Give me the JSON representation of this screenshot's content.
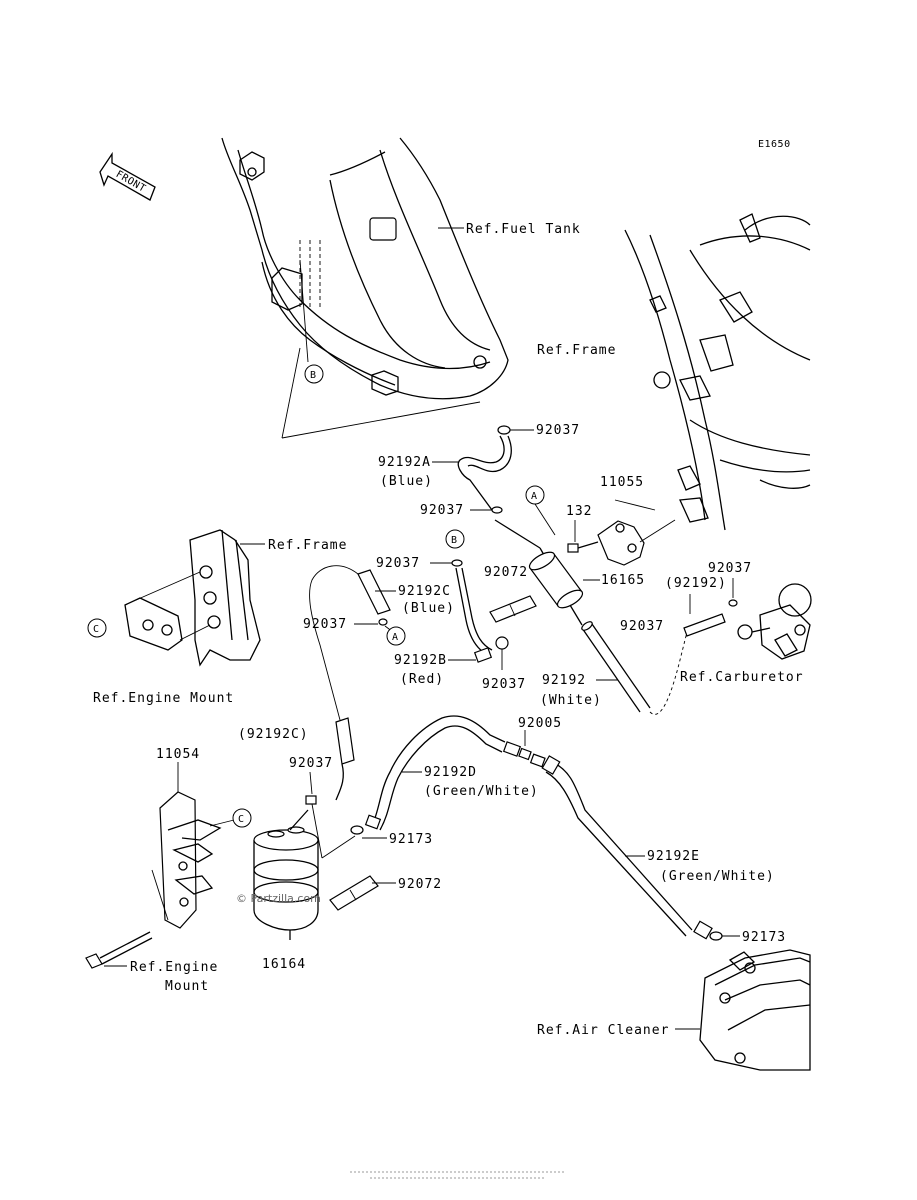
{
  "diagram_id": "E1650",
  "front_label": "FRONT",
  "refs": {
    "fuel_tank": "Ref.Fuel Tank",
    "frame_right": "Ref.Frame",
    "frame_left": "Ref.Frame",
    "engine_mount_top": "Ref.Engine Mount",
    "engine_mount_bottom_1": "Ref.Engine",
    "engine_mount_bottom_2": "Mount",
    "carburetor": "Ref.Carburetor",
    "air_cleaner": "Ref.Air Cleaner"
  },
  "callouts": {
    "a": "A",
    "b": "B",
    "c": "C"
  },
  "parts": {
    "p92037_top": "92037",
    "p92192A": "92192A",
    "p92192A_color": "(Blue)",
    "p92037_mid": "92037",
    "p132": "132",
    "p11055": "11055",
    "p92037_left": "92037",
    "p92072_mid": "92072",
    "p16165": "16165",
    "p92192C": "92192C",
    "p92192C_color": "(Blue)",
    "p92037_a": "92037",
    "p92192_paren": "(92192)",
    "p92037_carb": "92037",
    "p92037_carb2": "92037",
    "p92192B": "92192B",
    "p92192B_color": "(Red)",
    "p92037_low": "92037",
    "p92192": "92192",
    "p92192_color": "(White)",
    "p92005": "92005",
    "p92192C_paren": "(92192C)",
    "p11054": "11054",
    "p92037_can": "92037",
    "p92192D": "92192D",
    "p92192D_color": "(Green/White)",
    "p92173_mid": "92173",
    "p92072_low": "92072",
    "p92192E": "92192E",
    "p92192E_color": "(Green/White)",
    "p92173_low": "92173",
    "p16164": "16164"
  },
  "watermark": "© Partzilla.com"
}
